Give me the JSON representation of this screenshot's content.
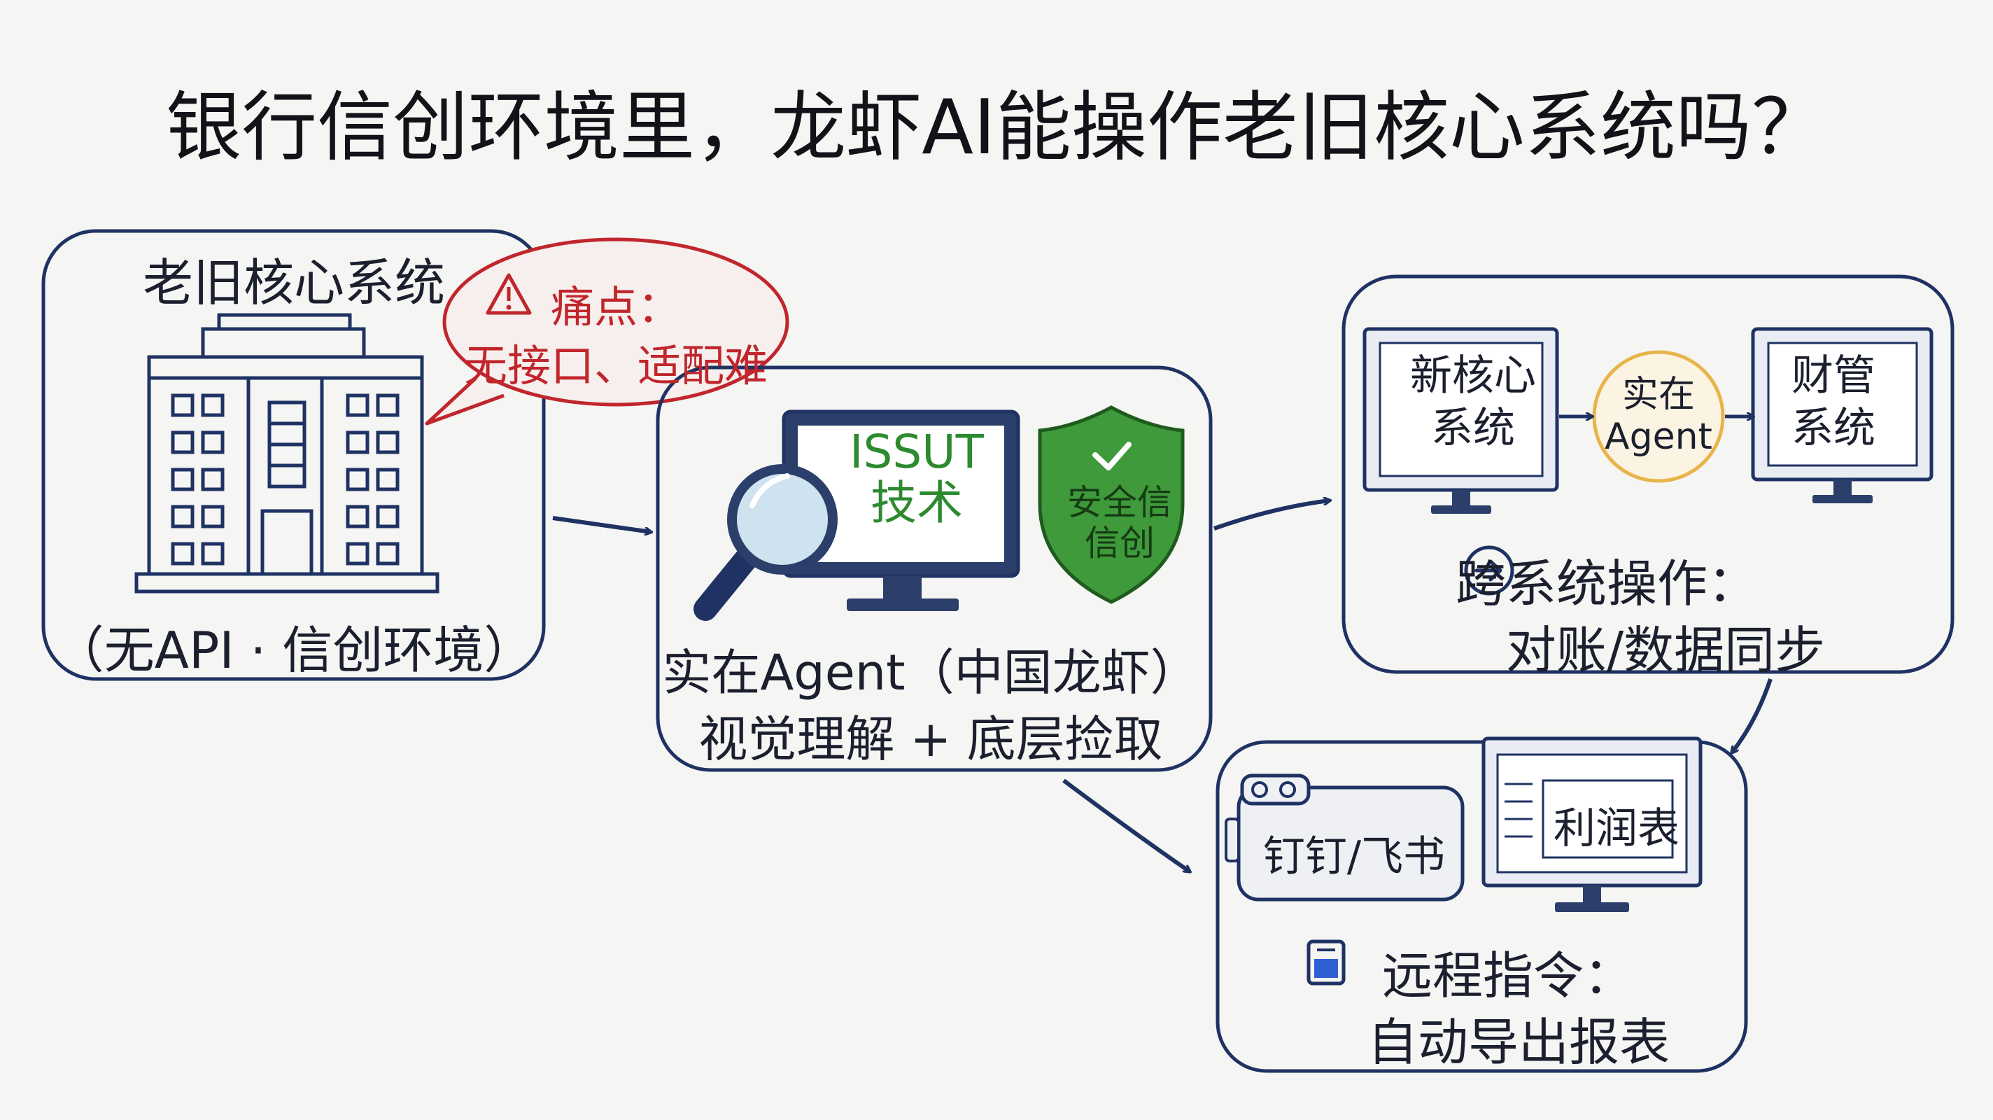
{
  "title": "银行信创环境里，龙虾AI能操作老旧核心系统吗？",
  "legacy": {
    "heading": "老旧核心系统",
    "subtitle": "（无API · 信创环境）",
    "icon": "bank-building-icon"
  },
  "pain": {
    "title": "痛点：",
    "body": "无接口、适配难",
    "icon": "warning-icon",
    "color": "#c0262c"
  },
  "agent": {
    "screen_text": "ISSUT\n技术",
    "shield_text": "安全信\n信创",
    "line1": "实在Agent（中国龙虾）",
    "line2": "视觉理解 + 底层捡取",
    "icons": [
      "magnifier-icon",
      "monitor-icon",
      "shield-check-icon"
    ],
    "accent_green": "#2c8a2f"
  },
  "cross": {
    "left_monitor": "新核心\n系统",
    "hub": "实在\nAgent",
    "right_monitor": "财管\n系统",
    "line1": "跨系统操作：",
    "line2": "对账/数据同步",
    "icon": "arrow-circle-icon"
  },
  "remote": {
    "device_label": "钉钉/飞书",
    "report_label": "利润表",
    "line1": "远程指令：",
    "line2": "自动导出报表",
    "icon": "calendar-icon"
  },
  "colors": {
    "ink": "#1f3263",
    "hub_ring": "#e8b44a",
    "shield_fill": "#3e9a3a"
  }
}
